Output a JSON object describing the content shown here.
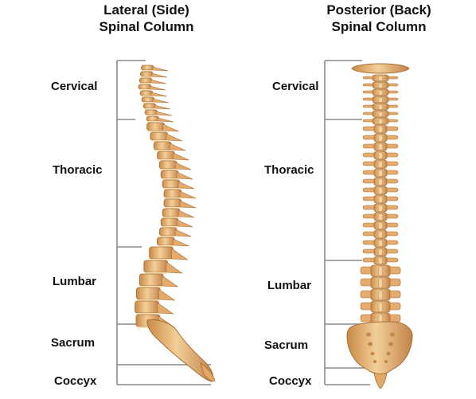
{
  "panels": {
    "lateral": {
      "title_line1": "Lateral (Side)",
      "title_line2": "Spinal Column"
    },
    "posterior": {
      "title_line1": "Posterior (Back)",
      "title_line2": "Spinal Column"
    }
  },
  "regions": {
    "cervical": "Cervical",
    "thoracic": "Thoracic",
    "lumbar": "Lumbar",
    "sacrum": "Sacrum",
    "coccyx": "Coccyx"
  },
  "colors": {
    "bone": "#e9b47a",
    "bone_light": "#f6d6a4",
    "bone_shadow": "#b87a3c",
    "bracket": "#8a8a8a"
  }
}
